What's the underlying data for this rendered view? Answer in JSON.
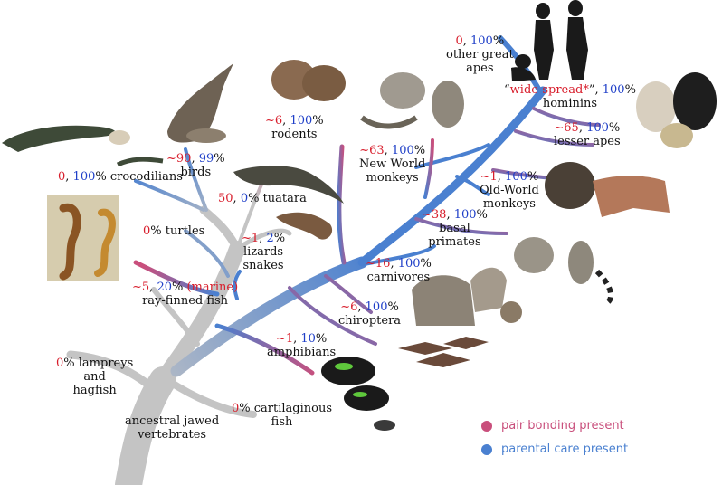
{
  "colors": {
    "trunk": "#c4c4c4",
    "pair_bonding": "#c94f7c",
    "parental_care": "#4a80d0",
    "pct_pair": "#d81e2c",
    "pct_care": "#1f3fc8"
  },
  "legend": {
    "pair": "pair bonding present",
    "care": "parental care present"
  },
  "taxa": {
    "lampreys": {
      "pct": "0",
      "tail": "% lampreys",
      "line2": "and",
      "line3": "hagfish"
    },
    "ancestral": {
      "line1": "ancestral jawed",
      "line2": "vertebrates"
    },
    "cartilaginous": {
      "pct": "0",
      "tail": "% cartilaginous",
      "line2": "fish"
    },
    "amphibians": {
      "pair": "~1",
      "sep": ", ",
      "care": "10",
      "tail": "%",
      "name": "amphibians"
    },
    "rayfinned": {
      "pair": "~5",
      "sep": ", ",
      "care": "20",
      "mid": "% ",
      "note": "(marine)",
      "name": "ray-finned fish"
    },
    "turtles": {
      "pct": "0",
      "tail": "% turtles"
    },
    "tuatara": {
      "pair": "50",
      "sep": ", ",
      "care": "0",
      "tail": "% tuatara"
    },
    "lizards": {
      "pair": "~1",
      "sep": ", ",
      "care": "2",
      "tail": "%",
      "line2": "lizards",
      "line3": "snakes"
    },
    "crocodilians": {
      "pair": "0",
      "sep": ", ",
      "care": "100",
      "tail": "% crocodilians"
    },
    "birds": {
      "pair": "~90",
      "sep": ", ",
      "care": "99",
      "tail": "%",
      "name": "birds"
    },
    "rodents": {
      "pair": "~6",
      "sep": ", ",
      "care": "100",
      "tail": "%",
      "name": "rodents"
    },
    "nwmonkeys": {
      "pair": "~63",
      "sep": ", ",
      "care": "100",
      "tail": "%",
      "line2": "New World",
      "line3": "monkeys"
    },
    "greatapes": {
      "pair": "0",
      "sep": ", ",
      "care": "100",
      "tail": "%",
      "line2": "other great",
      "line3": "apes"
    },
    "hominins": {
      "pre": "“",
      "pair": "wide-spread*",
      "mid": "”, ",
      "care": "100",
      "tail": "%",
      "name": "hominins"
    },
    "lesserapes": {
      "pair": "~65",
      "sep": ", ",
      "care": "100",
      "tail": "%",
      "name": "lesser apes"
    },
    "owmonkeys": {
      "pair": "~1",
      "sep": ", ",
      "care": "100",
      "tail": "%",
      "line2": "Old-World",
      "line3": "monkeys"
    },
    "basal": {
      "pair": "~38",
      "sep": ", ",
      "care": "100",
      "tail": "%",
      "line2": "basal",
      "line3": "primates"
    },
    "carnivores": {
      "pair": "~16",
      "sep": ", ",
      "care": "100",
      "tail": "%",
      "name": "carnivores"
    },
    "chiroptera": {
      "pair": "~6",
      "sep": ", ",
      "care": "100",
      "tail": "%",
      "name": "chiroptera"
    }
  }
}
